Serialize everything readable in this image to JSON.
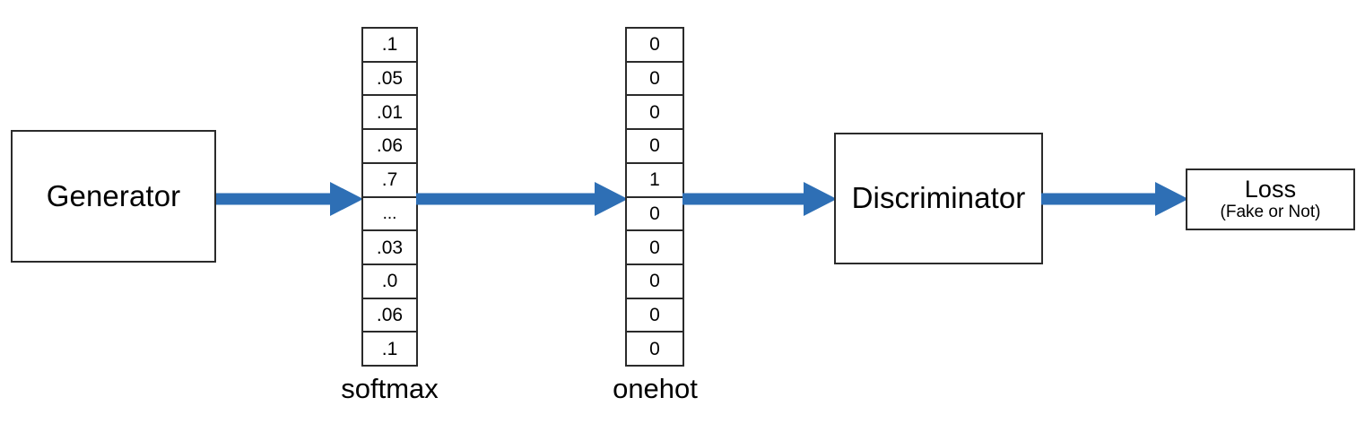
{
  "diagram": {
    "title": "GAN text generation pipeline with softmax and onehot",
    "accent_color": "#2E6FB5",
    "border_color": "#2B2B2B",
    "background_color": "#FFFFFF"
  },
  "nodes": {
    "generator": {
      "label": "Generator"
    },
    "discriminator": {
      "label": "Discriminator"
    },
    "loss": {
      "label": "Loss",
      "sublabel": "(Fake or Not)"
    }
  },
  "vectors": {
    "softmax": {
      "label": "softmax",
      "cells": [
        ".1",
        ".05",
        ".01",
        ".06",
        ".7",
        "...",
        ".03",
        ".0",
        ".06",
        ".1"
      ]
    },
    "onehot": {
      "label": "onehot",
      "cells": [
        "0",
        "0",
        "0",
        "0",
        "1",
        "0",
        "0",
        "0",
        "0",
        "0"
      ]
    }
  },
  "arrows": [
    {
      "name": "generator-to-softmax",
      "from": "Generator",
      "to": "softmax"
    },
    {
      "name": "softmax-to-onehot",
      "from": "softmax",
      "to": "onehot"
    },
    {
      "name": "onehot-to-discriminator",
      "from": "onehot",
      "to": "Discriminator"
    },
    {
      "name": "discriminator-to-loss",
      "from": "Discriminator",
      "to": "Loss"
    }
  ]
}
